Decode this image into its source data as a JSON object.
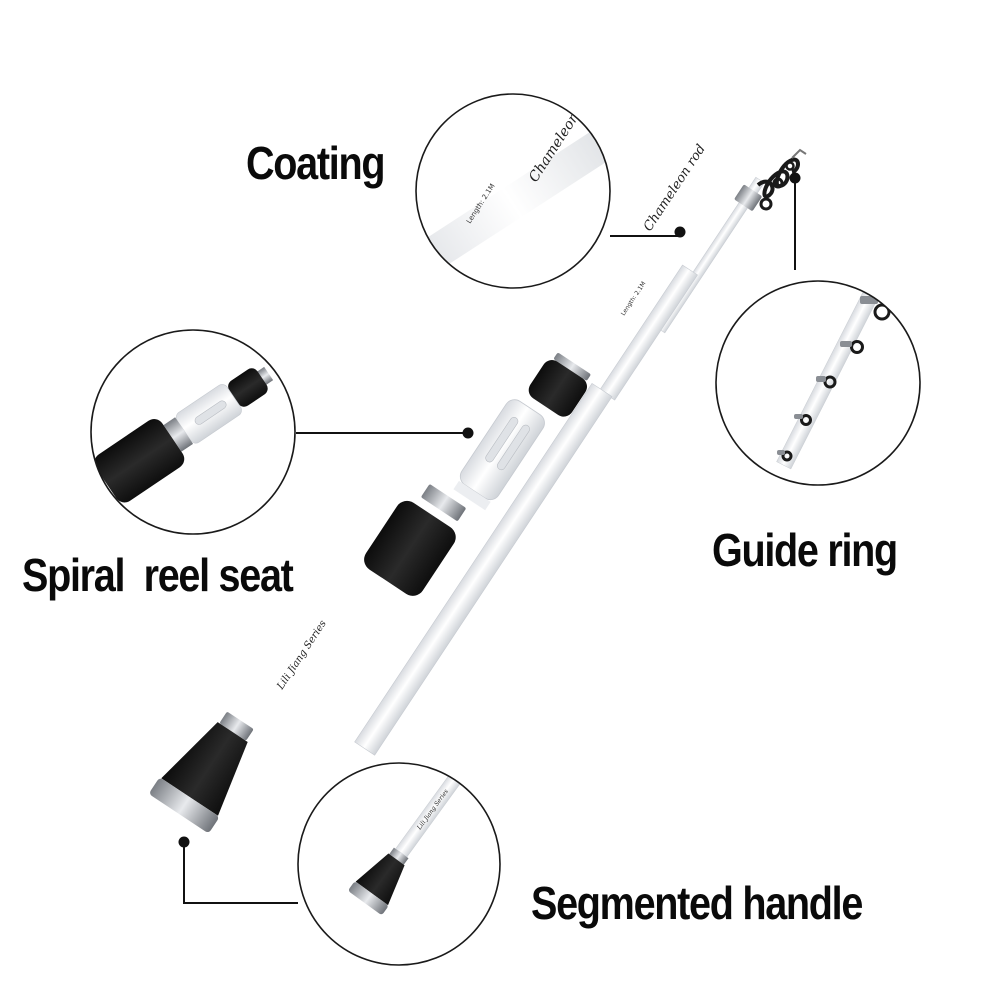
{
  "labels": {
    "coating": "Coating",
    "spiral_reel_seat": "Spiral  reel seat",
    "guide_ring": "Guide ring",
    "segmented_handle": "Segmented handle"
  },
  "rod_print": {
    "brand_script": "Chameleon rod",
    "length_text": "Length: 2.1M",
    "series_text": "Lili Jiang Series"
  },
  "colors": {
    "background": "#ffffff",
    "rod_white": "#f4f5f7",
    "grip_black": "#1c1c1c",
    "metal": "#a9acb1",
    "line_black": "#111111"
  },
  "icons": {
    "callout_dot": "filled-circle",
    "detail_lens": "circle-outline"
  }
}
